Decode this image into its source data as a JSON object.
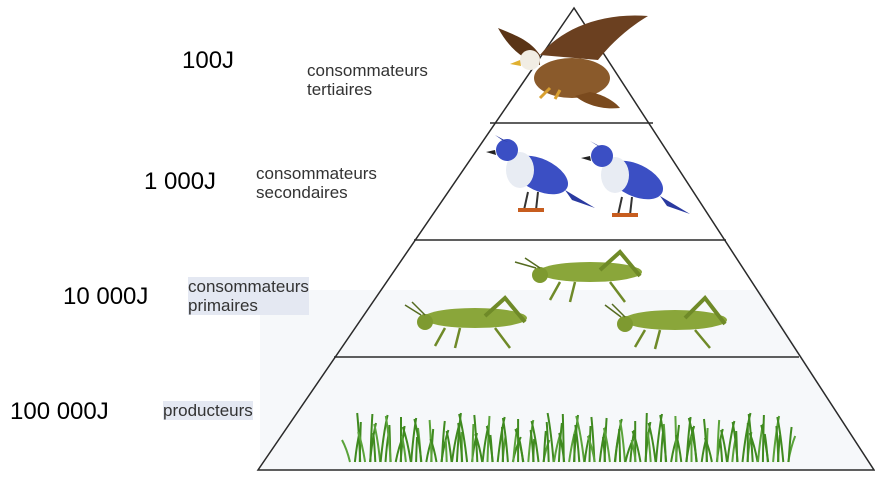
{
  "levels": [
    {
      "energy": "100J",
      "label_line1": "consommateurs",
      "label_line2": "tertiaires"
    },
    {
      "energy": "1 000J",
      "label_line1": "consommateurs",
      "label_line2": "secondaires"
    },
    {
      "energy": "10 000J",
      "label_line1": "consommateurs",
      "label_line2": "primaires"
    },
    {
      "energy": "100 000J",
      "label_line1": "producteurs",
      "label_line2": ""
    }
  ],
  "organisms": {
    "tertiary": "eagle-icon",
    "secondary": "blue-jay-icon",
    "primary": "grasshopper-icon",
    "producer": "grass-icon"
  },
  "colors": {
    "outline": "#2a2a2a",
    "background_wash": "#eef1f6",
    "grass": "#3f8a1f",
    "bird_blue": "#3b4fc4",
    "eagle_brown": "#7a4a1e",
    "grasshopper_green": "#8aa63a"
  }
}
